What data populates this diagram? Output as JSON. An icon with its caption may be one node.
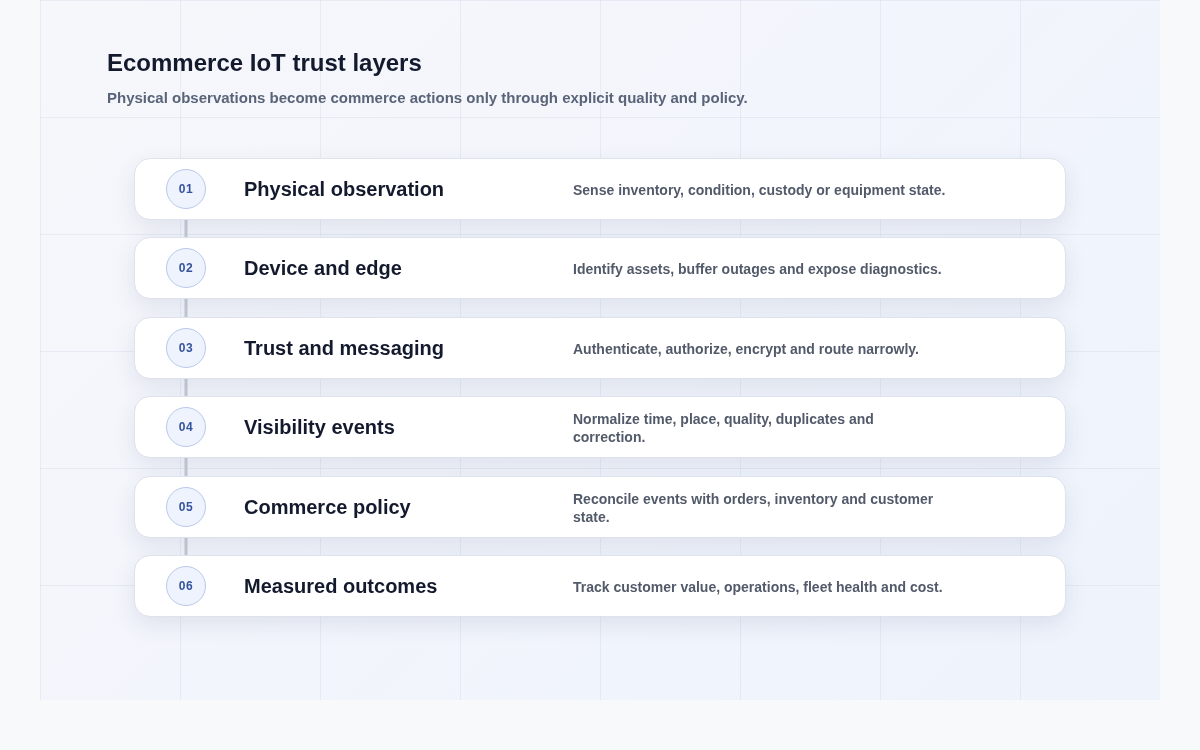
{
  "diagram": {
    "title": "Ecommerce IoT trust layers",
    "nodes": [
      {
        "text": [
          "Physical observation",
          "Sense inventory, condition, custody or equipment state."
        ]
      },
      {
        "text": [
          "01"
        ],
        "in": 0
      },
      {
        "text": [
          "Device and edge",
          "Identify assets, buffer outages and expose diagnostics."
        ]
      },
      {
        "text": [
          "02"
        ],
        "in": 2
      },
      {
        "text": [
          "Trust and messaging",
          "Authenticate, authorize, encrypt and route narrowly."
        ]
      },
      {
        "text": [
          "03"
        ],
        "in": 4
      },
      {
        "text": [
          "Visibility events",
          "Normalize time, place, quality, duplicates and correction."
        ]
      },
      {
        "text": [
          "04"
        ],
        "in": 6
      },
      {
        "text": [
          "Commerce policy",
          "Reconcile events with orders, inventory and customer state."
        ]
      },
      {
        "text": [
          "05"
        ],
        "in": 8
      },
      {
        "text": [
          "Measured outcomes",
          "Track customer value, operations, fleet health and cost."
        ]
      },
      {
        "text": [
          "06"
        ],
        "in": 10
      }
    ],
    "edges": [
      {
        "from": 0,
        "to": 2,
        "arrow": "none"
      },
      {
        "from": 2,
        "to": 4,
        "arrow": "none"
      },
      {
        "from": 4,
        "to": 6,
        "arrow": "none"
      },
      {
        "from": 6,
        "to": 8,
        "arrow": "none"
      },
      {
        "from": 8,
        "to": 10,
        "arrow": "none"
      }
    ],
    "labels": [
      "Physical observations become commerce actions only through explicit quality and policy."
    ]
  }
}
